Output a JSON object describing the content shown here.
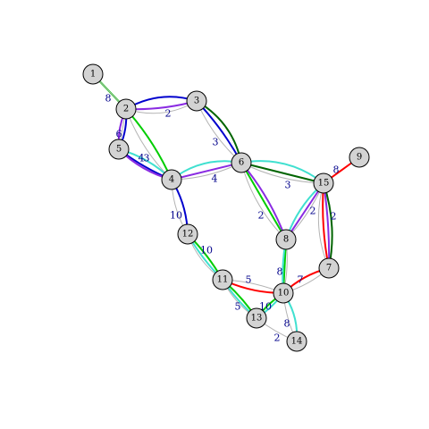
{
  "graph": {
    "node_fill": "#d3d3d3",
    "node_stroke": "#000000",
    "label_color": "#00008b",
    "nodes": [
      "1",
      "2",
      "3",
      "4",
      "5",
      "6",
      "7",
      "8",
      "9",
      "10",
      "11",
      "12",
      "13",
      "14",
      "15"
    ],
    "edges": [
      {
        "from": "1",
        "to": "2",
        "color": "#00cd00",
        "curve": 0
      },
      {
        "from": "1",
        "to": "2",
        "color": "#b3b3b3",
        "curve": 0
      },
      {
        "from": "2",
        "to": "3",
        "color": "#0000cd",
        "curve": -1
      },
      {
        "from": "2",
        "to": "3",
        "color": "#8a2be2",
        "curve": 0.35
      },
      {
        "from": "2",
        "to": "3",
        "color": "#b3b3b3",
        "curve": 1
      },
      {
        "from": "2",
        "to": "5",
        "color": "#0000cd",
        "curve": -0.6
      },
      {
        "from": "2",
        "to": "5",
        "color": "#8a2be2",
        "curve": 0.6
      },
      {
        "from": "2",
        "to": "5",
        "color": "#b3b3b3",
        "curve": 0
      },
      {
        "from": "2",
        "to": "4",
        "color": "#00cd00",
        "curve": -0.35
      },
      {
        "from": "2",
        "to": "4",
        "color": "#b3b3b3",
        "curve": 0.5
      },
      {
        "from": "3",
        "to": "6",
        "color": "#006400",
        "curve": -1
      },
      {
        "from": "3",
        "to": "6",
        "color": "#0000cd",
        "curve": -0.3
      },
      {
        "from": "3",
        "to": "6",
        "color": "#b3b3b3",
        "curve": 0.5
      },
      {
        "from": "5",
        "to": "4",
        "color": "#40e0d0",
        "curve": -0.6
      },
      {
        "from": "5",
        "to": "4",
        "color": "#0000cd",
        "curve": 0.3
      },
      {
        "from": "5",
        "to": "4",
        "color": "#8a2be2",
        "curve": 0.6
      },
      {
        "from": "4",
        "to": "6",
        "color": "#40e0d0",
        "curve": -1
      },
      {
        "from": "4",
        "to": "6",
        "color": "#8a2be2",
        "curve": 0
      },
      {
        "from": "4",
        "to": "6",
        "color": "#b3b3b3",
        "curve": 0.5
      },
      {
        "from": "4",
        "to": "12",
        "color": "#0000cd",
        "curve": -0.6
      },
      {
        "from": "4",
        "to": "12",
        "color": "#b3b3b3",
        "curve": 0.6
      },
      {
        "from": "6",
        "to": "15",
        "color": "#40e0d0",
        "curve": -1
      },
      {
        "from": "6",
        "to": "15",
        "color": "#006400",
        "curve": 0
      },
      {
        "from": "6",
        "to": "15",
        "color": "#b3b3b3",
        "curve": 0.5
      },
      {
        "from": "6",
        "to": "8",
        "color": "#00cd00",
        "curve": 0
      },
      {
        "from": "6",
        "to": "8",
        "color": "#8a2be2",
        "curve": -0.4
      },
      {
        "from": "6",
        "to": "8",
        "color": "#b3b3b3",
        "curve": 0.6
      },
      {
        "from": "15",
        "to": "9",
        "color": "#ff0000",
        "curve": 0
      },
      {
        "from": "15",
        "to": "8",
        "color": "#40e0d0",
        "curve": 0.6
      },
      {
        "from": "15",
        "to": "8",
        "color": "#8a2be2",
        "curve": 0
      },
      {
        "from": "15",
        "to": "8",
        "color": "#b3b3b3",
        "curve": -0.4
      },
      {
        "from": "15",
        "to": "7",
        "color": "#006400",
        "curve": -0.6
      },
      {
        "from": "15",
        "to": "7",
        "color": "#8a2be2",
        "curve": -0.2
      },
      {
        "from": "15",
        "to": "7",
        "color": "#ff0000",
        "curve": 0.3
      },
      {
        "from": "15",
        "to": "7",
        "color": "#b3b3b3",
        "curve": 0.8
      },
      {
        "from": "8",
        "to": "10",
        "color": "#00cd00",
        "curve": 0
      },
      {
        "from": "8",
        "to": "10",
        "color": "#40e0d0",
        "curve": 0.3
      },
      {
        "from": "8",
        "to": "10",
        "color": "#b3b3b3",
        "curve": -0.4
      },
      {
        "from": "12",
        "to": "11",
        "color": "#00cd00",
        "curve": -0.3
      },
      {
        "from": "12",
        "to": "11",
        "color": "#40e0d0",
        "curve": 0.3
      },
      {
        "from": "12",
        "to": "11",
        "color": "#b3b3b3",
        "curve": 0.7
      },
      {
        "from": "11",
        "to": "10",
        "color": "#ff0000",
        "curve": 0.5
      },
      {
        "from": "11",
        "to": "10",
        "color": "#b3b3b3",
        "curve": -0.4
      },
      {
        "from": "7",
        "to": "10",
        "color": "#ff0000",
        "curve": 0.6
      },
      {
        "from": "7",
        "to": "10",
        "color": "#b3b3b3",
        "curve": -0.5
      },
      {
        "from": "11",
        "to": "13",
        "color": "#00cd00",
        "curve": -0.3
      },
      {
        "from": "11",
        "to": "13",
        "color": "#40e0d0",
        "curve": 0.3
      },
      {
        "from": "11",
        "to": "13",
        "color": "#b3b3b3",
        "curve": 0.6
      },
      {
        "from": "10",
        "to": "13",
        "color": "#00cd00",
        "curve": 0.4
      },
      {
        "from": "10",
        "to": "13",
        "color": "#40e0d0",
        "curve": -0.4
      },
      {
        "from": "10",
        "to": "14",
        "color": "#40e0d0",
        "curve": -0.8
      },
      {
        "from": "10",
        "to": "14",
        "color": "#b3b3b3",
        "curve": 0.4
      },
      {
        "from": "13",
        "to": "14",
        "color": "#b3b3b3",
        "curve": 0.3
      }
    ],
    "edge_labels": [
      {
        "id": "l-1-2",
        "text": "8"
      },
      {
        "id": "l-2-3",
        "text": "2"
      },
      {
        "id": "l-2-5",
        "text": "6"
      },
      {
        "id": "l-5-4a",
        "text": "4"
      },
      {
        "id": "l-5-4b",
        "text": "3"
      },
      {
        "id": "l-3-6",
        "text": "3"
      },
      {
        "id": "l-4-6",
        "text": "4"
      },
      {
        "id": "l-6-15",
        "text": "3"
      },
      {
        "id": "l-15-9",
        "text": "8"
      },
      {
        "id": "l-15-7",
        "text": "2"
      },
      {
        "id": "l-6-8",
        "text": "2"
      },
      {
        "id": "l-15-8",
        "text": "2"
      },
      {
        "id": "l-4-12",
        "text": "10"
      },
      {
        "id": "l-12-11",
        "text": "10"
      },
      {
        "id": "l-8-10",
        "text": "8"
      },
      {
        "id": "l-11-10",
        "text": "5"
      },
      {
        "id": "l-7-10",
        "text": "7"
      },
      {
        "id": "l-11-13",
        "text": "5"
      },
      {
        "id": "l-10-13",
        "text": "10"
      },
      {
        "id": "l-10-14",
        "text": "8"
      },
      {
        "id": "l-13-14",
        "text": "2"
      }
    ]
  }
}
